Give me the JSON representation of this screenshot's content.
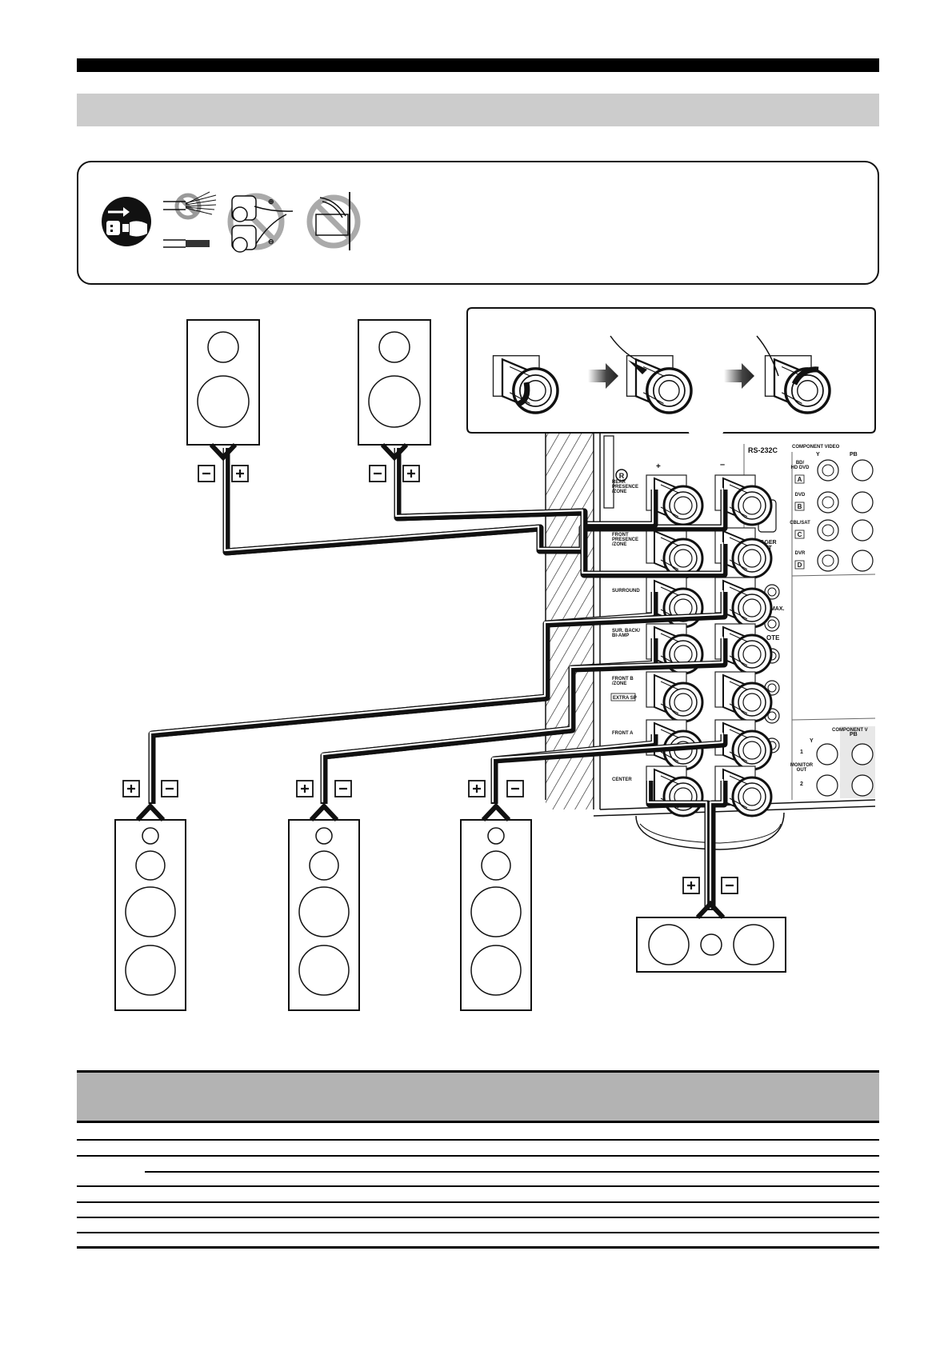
{
  "page": {
    "header_bar_color": "#000000",
    "section_band_color": "#cccccc",
    "table_header_color": "#b3b3b3"
  },
  "caution_panel": {
    "icons": [
      "unplug-power-icon",
      "frayed-wire-prohibited-icon",
      "twisted-wire-ok-icon",
      "terminal-short-prohibited-icon",
      "wire-pinched-prohibited-icon"
    ]
  },
  "binding_post_steps": {
    "steps": [
      "loosen-terminal",
      "insert-bare-wire",
      "tighten-terminal"
    ],
    "arrow_icon": "right-arrow-icon"
  },
  "receiver_panel": {
    "column_plus": "+",
    "column_minus": "–",
    "region_mark": "R",
    "terminals": [
      {
        "label": "REAR\nPRESENCE\n/ZONE",
        "connected": true
      },
      {
        "label": "FRONT\nPRESENCE\n/ZONE",
        "connected": true
      },
      {
        "label": "SURROUND",
        "connected": true
      },
      {
        "label": "SUR. BACK/\nBI-AMP",
        "connected": true
      },
      {
        "label": "FRONT B\n/ZONE",
        "badge": "EXTRA SP",
        "connected": false
      },
      {
        "label": "FRONT A",
        "connected": true
      },
      {
        "label": "CENTER",
        "connected": true
      }
    ],
    "rs232c_label": "RS-232C",
    "trigger_label": "GGER\nOUT",
    "ma_max_label": "mA MAX.",
    "remote_label": "OTE",
    "component_video": {
      "title": "COMPONENT VIDEO",
      "col_y": "Y",
      "col_pb": "PB",
      "inputs": [
        {
          "name": "BD/\nHD DVD",
          "letter": "A"
        },
        {
          "name": "DVD",
          "letter": "B"
        },
        {
          "name": "CBL/SAT",
          "letter": "C"
        },
        {
          "name": "DVR",
          "letter": "D"
        }
      ]
    },
    "component_video_out": {
      "title": "COMPONENT V",
      "col_y": "Y",
      "col_pb": "PB",
      "monitor_label": "MONITOR\nOUT",
      "outputs": [
        "1",
        "2"
      ]
    }
  },
  "speakers": {
    "polarity_plus": "+",
    "polarity_minus": "–",
    "items": [
      {
        "name": "rear-presence-speaker",
        "type": "bookshelf",
        "order": [
          "–",
          "+"
        ]
      },
      {
        "name": "front-presence-speaker",
        "type": "bookshelf",
        "order": [
          "–",
          "+"
        ]
      },
      {
        "name": "surround-speaker",
        "type": "tower",
        "order": [
          "+",
          "–"
        ]
      },
      {
        "name": "surround-back-speaker",
        "type": "tower",
        "order": [
          "+",
          "–"
        ]
      },
      {
        "name": "front-a-speaker",
        "type": "tower",
        "order": [
          "+",
          "–"
        ]
      },
      {
        "name": "center-speaker",
        "type": "center",
        "order": [
          "+",
          "–"
        ]
      }
    ]
  },
  "table": {
    "rows": 8
  }
}
